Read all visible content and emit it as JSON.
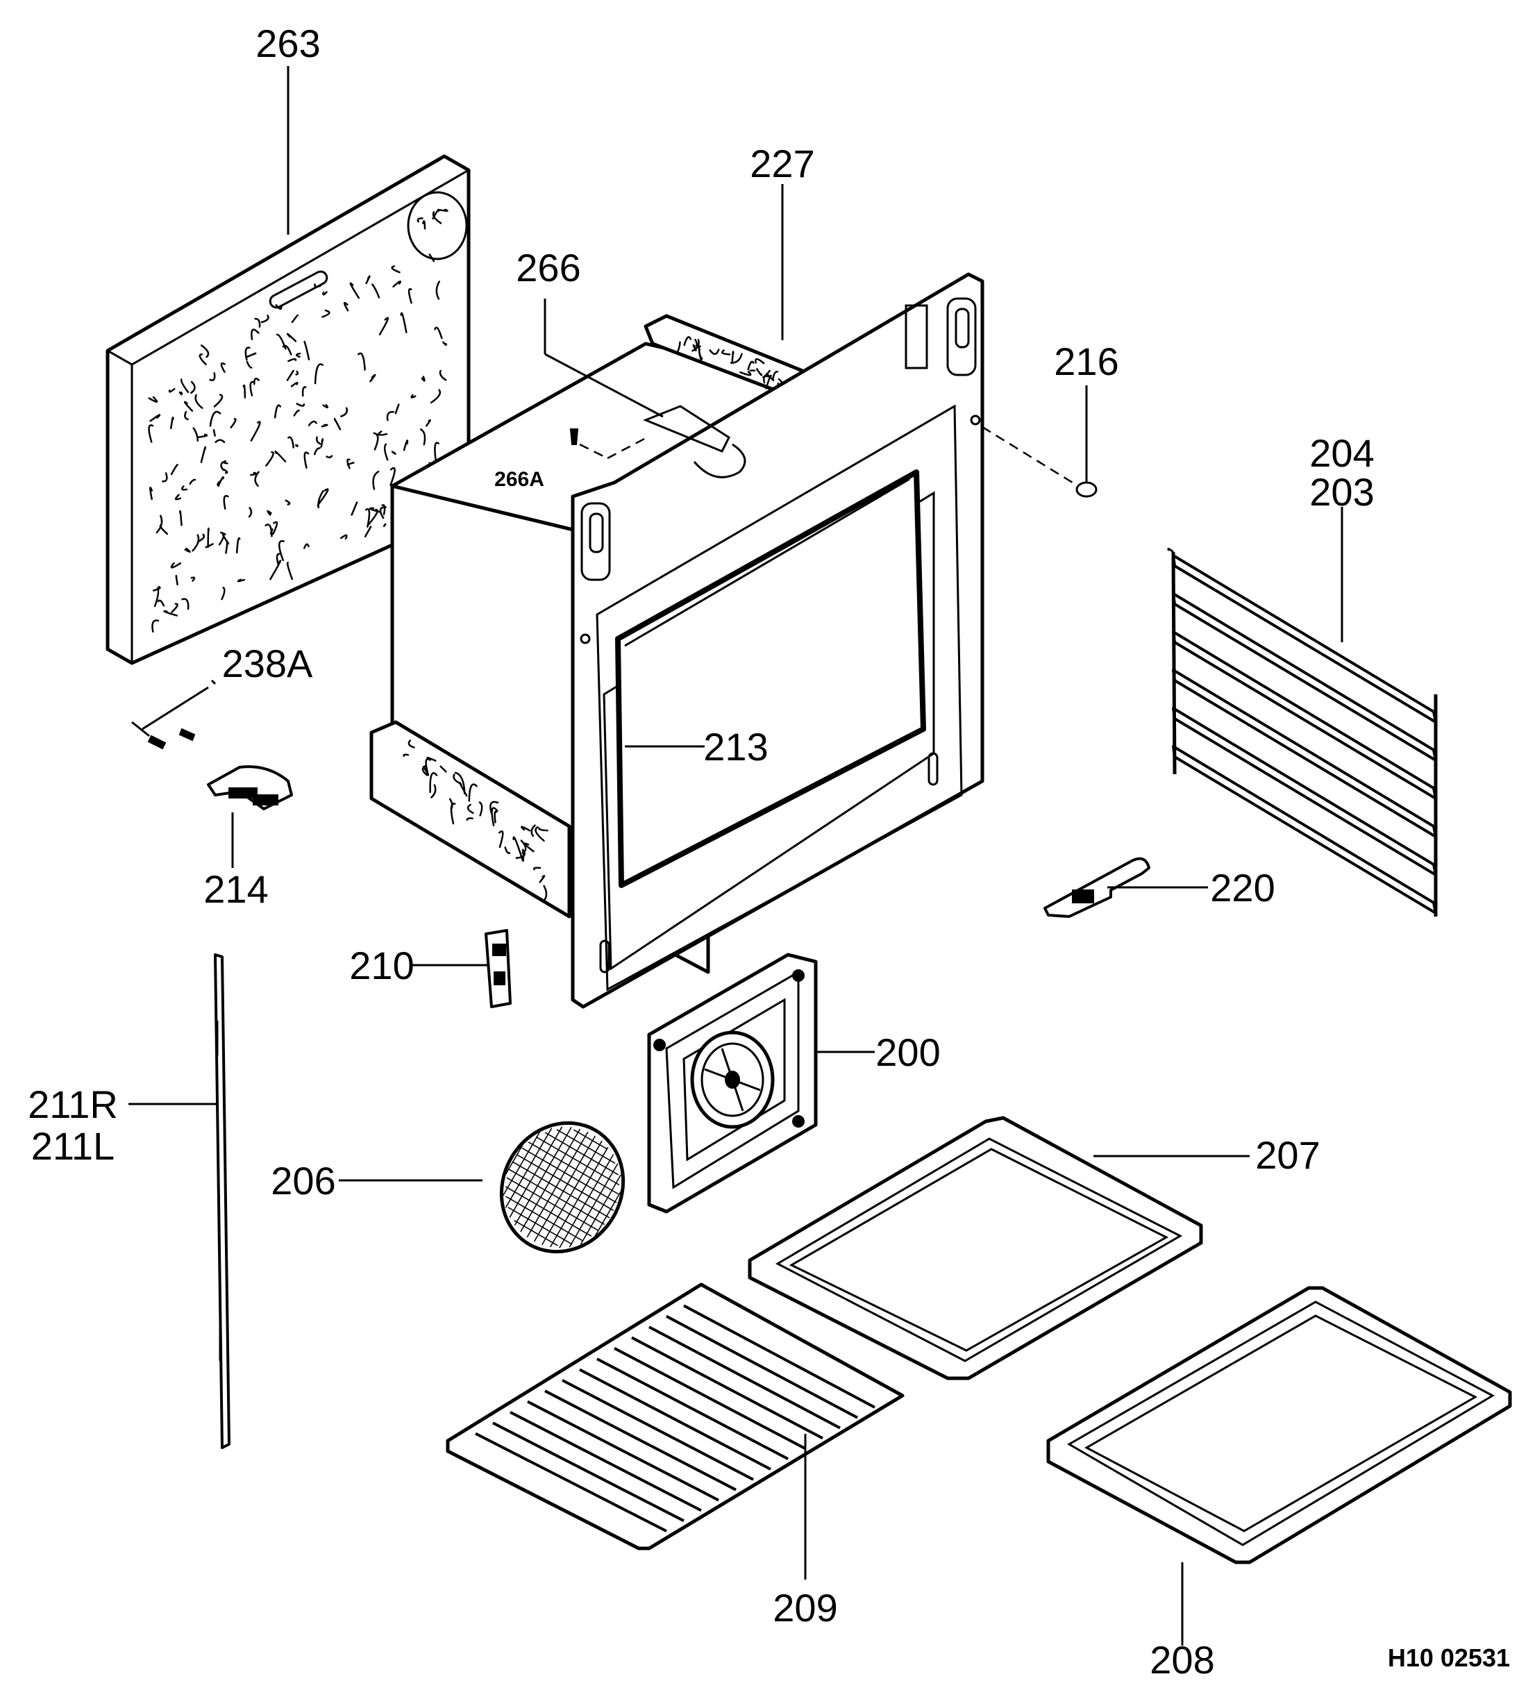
{
  "drawing_code": "H10 02531",
  "labels": {
    "p263": "263",
    "p227": "227",
    "p266": "266",
    "p266a": "266A",
    "p216": "216",
    "p204": "204",
    "p203": "203",
    "p238a": "238A",
    "p213": "213",
    "p214": "214",
    "p220": "220",
    "p210": "210",
    "p200": "200",
    "p211r": "211R",
    "p211l": "211L",
    "p206": "206",
    "p207": "207",
    "p209": "209",
    "p208": "208"
  }
}
